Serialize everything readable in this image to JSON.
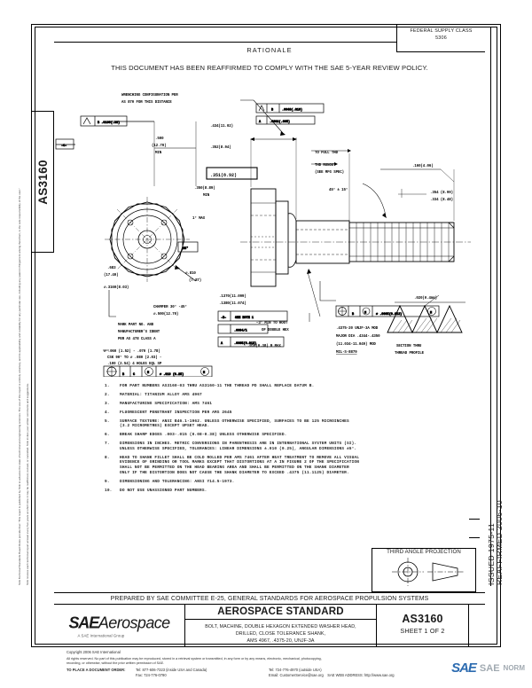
{
  "document": {
    "standard_number": "AS3160",
    "sheet": "SHEET 1 OF 2",
    "standard_type": "AEROSPACE STANDARD",
    "title_description_lines": [
      "BOLT, MACHINE, DOUBLE HEXAGON EXTENDED WASHER HEAD,",
      "DRILLED, CLOSE TOLERANCE SHANK,",
      "AMS 4967, .4375-20, UNJF-3A"
    ],
    "prepared_by": "PREPARED BY SAE COMMITTEE E-25, GENERAL STANDARDS FOR AEROSPACE PROPULSION SYSTEMS",
    "federal_supply_class_label": "FEDERAL SUPPLY CLASS",
    "federal_supply_class_value": "5306",
    "issued": "ISSUED 1975-11",
    "reaffirmed": "REAFFIRMED 2006-10",
    "third_angle_projection": "THIRD ANGLE PROJECTION"
  },
  "rationale": {
    "title": "RATIONALE",
    "body": "THIS DOCUMENT HAS BEEN REAFFIRMED TO COMPLY WITH THE SAE 5-YEAR REVIEW POLICY."
  },
  "notes": [
    {
      "num": "1.",
      "lines": [
        "FOR PART NUMBERS AS3160-03 THRU AS3160-11 THE THREAD PD SHALL REPLACE DATUM B."
      ]
    },
    {
      "num": "2.",
      "lines": [
        "MATERIAL:  TITANIUM ALLOY AMS 4967"
      ]
    },
    {
      "num": "3.",
      "lines": [
        "MANUFACTURING SPECIFICATION:  AMS 7461"
      ]
    },
    {
      "num": "4.",
      "lines": [
        "FLUORESCENT PENETRANT INSPECTION PER AMS 2645"
      ]
    },
    {
      "num": "5.",
      "lines": [
        "SURFACE TEXTURE:  ANSI B46.1-1962.  UNLESS OTHERWISE SPECIFIED, SURFACES TO BE 125 MICROINCHES",
        "(3.2 MICROMETRES) EXCEPT UPSET HEAD."
      ]
    },
    {
      "num": "6.",
      "lines": [
        "BREAK SHARP EDGES .003-.015 (0.08-0.38) UNLESS OTHERWISE SPECIFIED."
      ]
    },
    {
      "num": "7.",
      "lines": [
        "DIMENSIONS IN INCHES.  METRIC CONVERSIONS IN PARENTHESIS ARE IN INTERNATIONAL SYSTEM UNITS (SI).",
        "UNLESS OTHERWISE SPECIFIED, TOLERANCES:  LINEAR DIMENSIONS ±.010 (0.25), ANGULAR DIMENSIONS ±5°."
      ]
    },
    {
      "num": "8.",
      "lines": [
        "HEAD TO SHANK FILLET SHALL BE COLD ROLLED PER AMS 7461 AFTER HEAT TREATMENT TO REMOVE ALL VISUAL",
        "EVIDENCE OF GRINDING OR TOOL MARKS EXCEPT THAT DISTORTIONS AT A IN FIGURE 2 OF THE SPECIFICATION",
        "SHALL NOT BE PERMITTED ON THE HEAD BEARING AREA AND SHALL BE PERMITTED ON THE SHANK DIAMETER",
        "ONLY IF THE DISTORTION DOES NOT CAUSE THE SHANK DIAMETER TO EXCEED .4375 (11.1125) DIAMETER."
      ]
    },
    {
      "num": "9.",
      "lines": [
        "DIMENSIONING AND TOLERANCING:  ANSI Y14.5-1973."
      ]
    },
    {
      "num": "10.",
      "lines": [
        "DO NOT USE UNASSIGNED PART NUMBERS."
      ]
    }
  ],
  "drawing": {
    "labels": {
      "wrenching_1": "WRENCHING CONFIGURATION PER",
      "wrenching_2": "AS 870 FOR THIS DISTANCE",
      "fcf_top": "B  .0040 (0.10)",
      "datum_c": "C",
      "dim_500": ".500",
      "dim_500_mm": "(12.70)",
      "dim_500_min": "MIN",
      "dim_434": ".434(11.02)",
      "dim_352": ".352(8.94)",
      "dim_351": ".351(8.92)",
      "dim_350": ".350(8.89)",
      "dim_350_min": "MIN",
      "max_1": "1° MAX",
      "angle_45": "45°",
      "dia_810": "⌀.810",
      "dia_810_mm": "(7.87)",
      "dim_683": ".683",
      "dim_683_mm": "(17.40)",
      "dia_3160": "⌀.3160(8.03)",
      "chamfer": "CHAMFER 30° -45°",
      "chamfer_dim": "⌀.500(12.70)",
      "mark_1": "MARK PART NO. AND",
      "mark_2": "MANUFACTURER'S IDENT",
      "mark_3": "PER AS 478 CLASS A",
      "hole_1": "⌀ .060 (1.52) - .070 (1.78)",
      "hole_2": "CSK 90° TO ⌀ .080 (2.03) -",
      "hole_3": ".100 (2.54) 4 HOLES EQL SP",
      "fcf_bottom": "B  C   M   ⌀ .010 (0.25)   M",
      "to_full_thd": "TO FULL THD",
      "thd_runout_1": "THD RUNOUT",
      "thd_runout_2": "(SEE MFG SPEC)",
      "angle_45_15": "45° ± 15°",
      "dim_160": ".160(4.06)",
      "dim_354": ".354  (8.99)",
      "dim_334": ".334  (8.48)",
      "dim_1370": ".1370(11.099)",
      "dim_1380": ".1380(11.074)",
      "datum_b_note": "- B -  SEE NOTE 1",
      "fcf_b1": ".0004/1",
      "fcf_b2": "⌀.0005(0.013)",
      "see_note": "SEE NOTE 1",
      "fcf_right": "⊕  B  M   ⌀ .0005 (0.013)   M",
      "thread_1": ".4375-20 UNJF-3A MOD",
      "thread_2": "MAJOR DIA .4344-.4350",
      "thread_3": "(11.034-11.049) MOD",
      "thread_4": "MIL-S-8879",
      "min_root_1": "−3° MIN TO ROOT",
      "min_root_2": "OF DOUBLE HEX",
      "radius_max": ".016(0.38) R MAX",
      "sect_dim": ".020(0.4mm)",
      "sect_1": "SECTION THRU",
      "sect_2": "THREAD PROFILE"
    }
  },
  "legal_side": {
    "line_1": "SAE Technical Standards Board Rules provide that: “This report is published by SAE to advance the state of technical and engineering sciences. The use of this report is entirely voluntary, and its applicability and suitability for any particular use, including any patent infringement arising therefrom, is the sole responsibility of the user.”",
    "line_2": "SAE reviews each technical report at least every five years at which time it may be reaffirmed, revised, or cancelled. SAE invites your written comments and suggestions.",
    "line_3": "Copyright 2006 SAE International"
  },
  "copyright": {
    "line1": "Copyright 2006 SAE International",
    "line2": "All rights reserved. No part of this publication may be reproduced, stored in a retrieval system or transmitted, in any form or by any means, electronic, mechanical, photocopying,",
    "line3": "recording, or otherwise, without the prior written permission of SAE.",
    "order_label": "TO PLACE A DOCUMENT ORDER:",
    "tel_inside": "Tel: 877-606-7323 (inside USA and Canada)",
    "tel_outside": "Tel: 724-776-4970 (outside USA)",
    "fax": "Fax: 724-776-0790",
    "email": "Email: CustomerService@sae.org",
    "web": "SAE WEB ADDRESS: http://www.sae.org"
  },
  "watermark": {
    "sae": "SAE",
    "sae2": "SAE",
    "norm": "NORM"
  },
  "colors": {
    "ink": "#000000",
    "watermark_blue": "#1b5faa",
    "watermark_gray": "#9aa3ab"
  }
}
